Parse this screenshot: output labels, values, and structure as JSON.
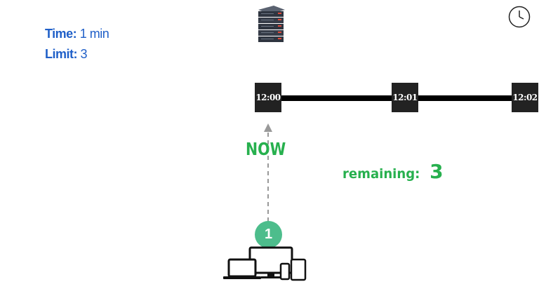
{
  "info": {
    "time_label": "Time:",
    "time_value": "1 min",
    "limit_label": "Limit:",
    "limit_value": "3"
  },
  "timeline": {
    "ticks": [
      "12:00",
      "12:01",
      "12:02"
    ]
  },
  "now_label": "NOW",
  "remaining": {
    "label": "remaining:",
    "value": "3"
  },
  "request_badge": "1",
  "icons": {
    "server": "server-rack-icon",
    "clock": "clock-icon",
    "devices": "devices-icon"
  },
  "colors": {
    "info_text": "#1f5fc8",
    "accent_green": "#27b04e",
    "badge_green": "#4dbd8c",
    "tick_bg": "#222222"
  }
}
